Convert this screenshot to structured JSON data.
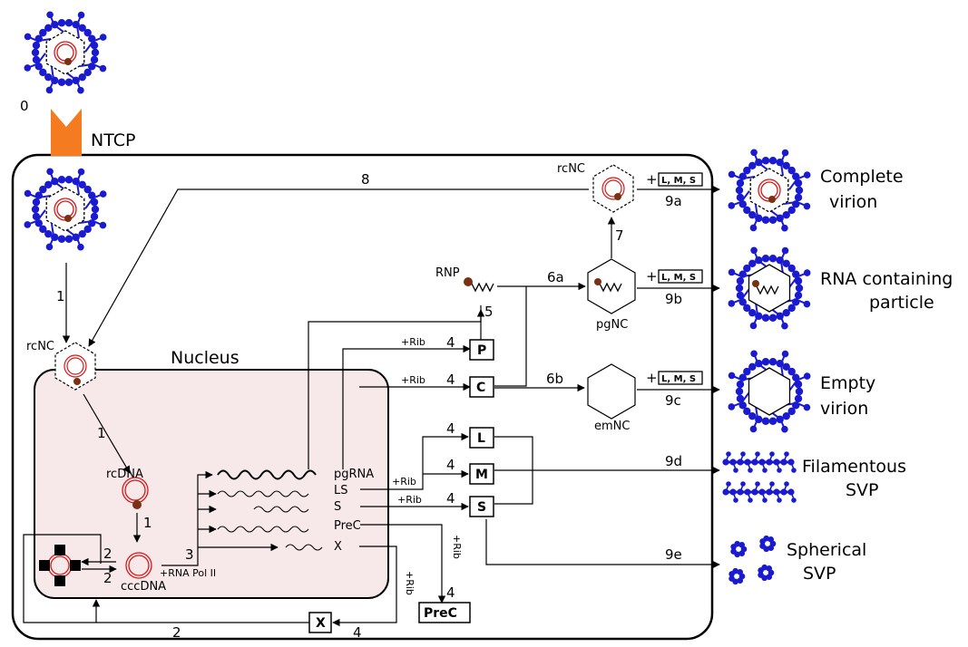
{
  "labels": {
    "zero": "0",
    "ntcp": "NTCP",
    "nucleus": "Nucleus",
    "rcnc_top": "rcNC",
    "rcnc_left": "rcNC",
    "rnp": "RNP",
    "pgnc": "pgNC",
    "emnc": "emNC",
    "rcdna": "rcDNA",
    "cccdna": "cccDNA",
    "rna_pol": "+RNA Pol II",
    "pgrna": "pgRNA",
    "ls": "LS",
    "s_rna": "S",
    "prec_rna": "PreC",
    "x_rna": "X",
    "rib_p": "+Rib",
    "rib_c": "+Rib",
    "rib_ls": "+Rib",
    "rib_s": "+Rib",
    "rib_prec": "+Rib",
    "rib_x": "+Rib",
    "lms_a": "L, M, S",
    "lms_b": "L, M, S",
    "lms_c": "L, M, S",
    "plus": "+"
  },
  "boxes": {
    "P": "P",
    "C": "C",
    "L": "L",
    "M": "M",
    "S": "S",
    "X": "X",
    "PreC": "PreC"
  },
  "steps": {
    "s1a": "1",
    "s1b": "1",
    "s1c": "1",
    "s2a": "2",
    "s2b": "2",
    "s2c": "2",
    "s3": "3",
    "s4p": "4",
    "s4c": "4",
    "s4l": "4",
    "s4m": "4",
    "s4s": "4",
    "s4prec": "4",
    "s4x": "4",
    "s5": "5",
    "s6a": "6a",
    "s6b": "6b",
    "s7": "7",
    "s8": "8",
    "s9a": "9a",
    "s9b": "9b",
    "s9c": "9c",
    "s9d": "9d",
    "s9e": "9e"
  },
  "outputs": {
    "complete_1": "Complete",
    "complete_2": "virion",
    "rna_1": "RNA containing",
    "rna_2": "particle",
    "empty_1": "Empty",
    "empty_2": "virion",
    "fil_1": "Filamentous",
    "fil_2": "SVP",
    "sph_1": "Spherical",
    "sph_2": "SVP"
  },
  "colors": {
    "envelope": "#1a1ad0",
    "dna": "#d81818",
    "protein": "#7a3012",
    "ntcp": "#f47b20",
    "nucleus_fill": "#f7e9e9"
  }
}
